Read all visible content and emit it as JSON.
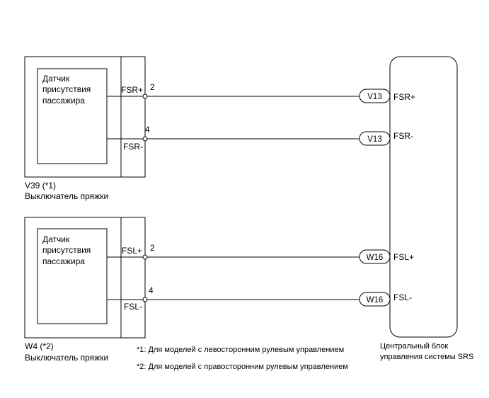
{
  "components": {
    "switch1": {
      "sensor_lines": [
        "Датчик",
        "присутствия",
        "пассажира"
      ],
      "terminals": [
        {
          "name": "FSR+",
          "pin": "2"
        },
        {
          "name": "FSR-",
          "pin": "4"
        }
      ],
      "code": "V39 (*1)",
      "title": "Выключатель пряжки"
    },
    "switch2": {
      "sensor_lines": [
        "Датчик",
        "присутствия",
        "пассажира"
      ],
      "terminals": [
        {
          "name": "FSL+",
          "pin": "2"
        },
        {
          "name": "FSL-",
          "pin": "4"
        }
      ],
      "code": "W4 (*2)",
      "title": "Выключатель пряжки"
    },
    "ecu": {
      "name_lines": [
        "Центральный блок",
        "управления системы SRS"
      ],
      "terminals": [
        {
          "connector": "V13",
          "name": "FSR+"
        },
        {
          "connector": "V13",
          "name": "FSR-"
        },
        {
          "connector": "W16",
          "name": "FSL+"
        },
        {
          "connector": "W16",
          "name": "FSL-"
        }
      ]
    }
  },
  "notes": [
    "*1: Для моделей с левосторонним рулевым управлением",
    "*2: Для моделей с правосторонним рулевым управлением"
  ]
}
